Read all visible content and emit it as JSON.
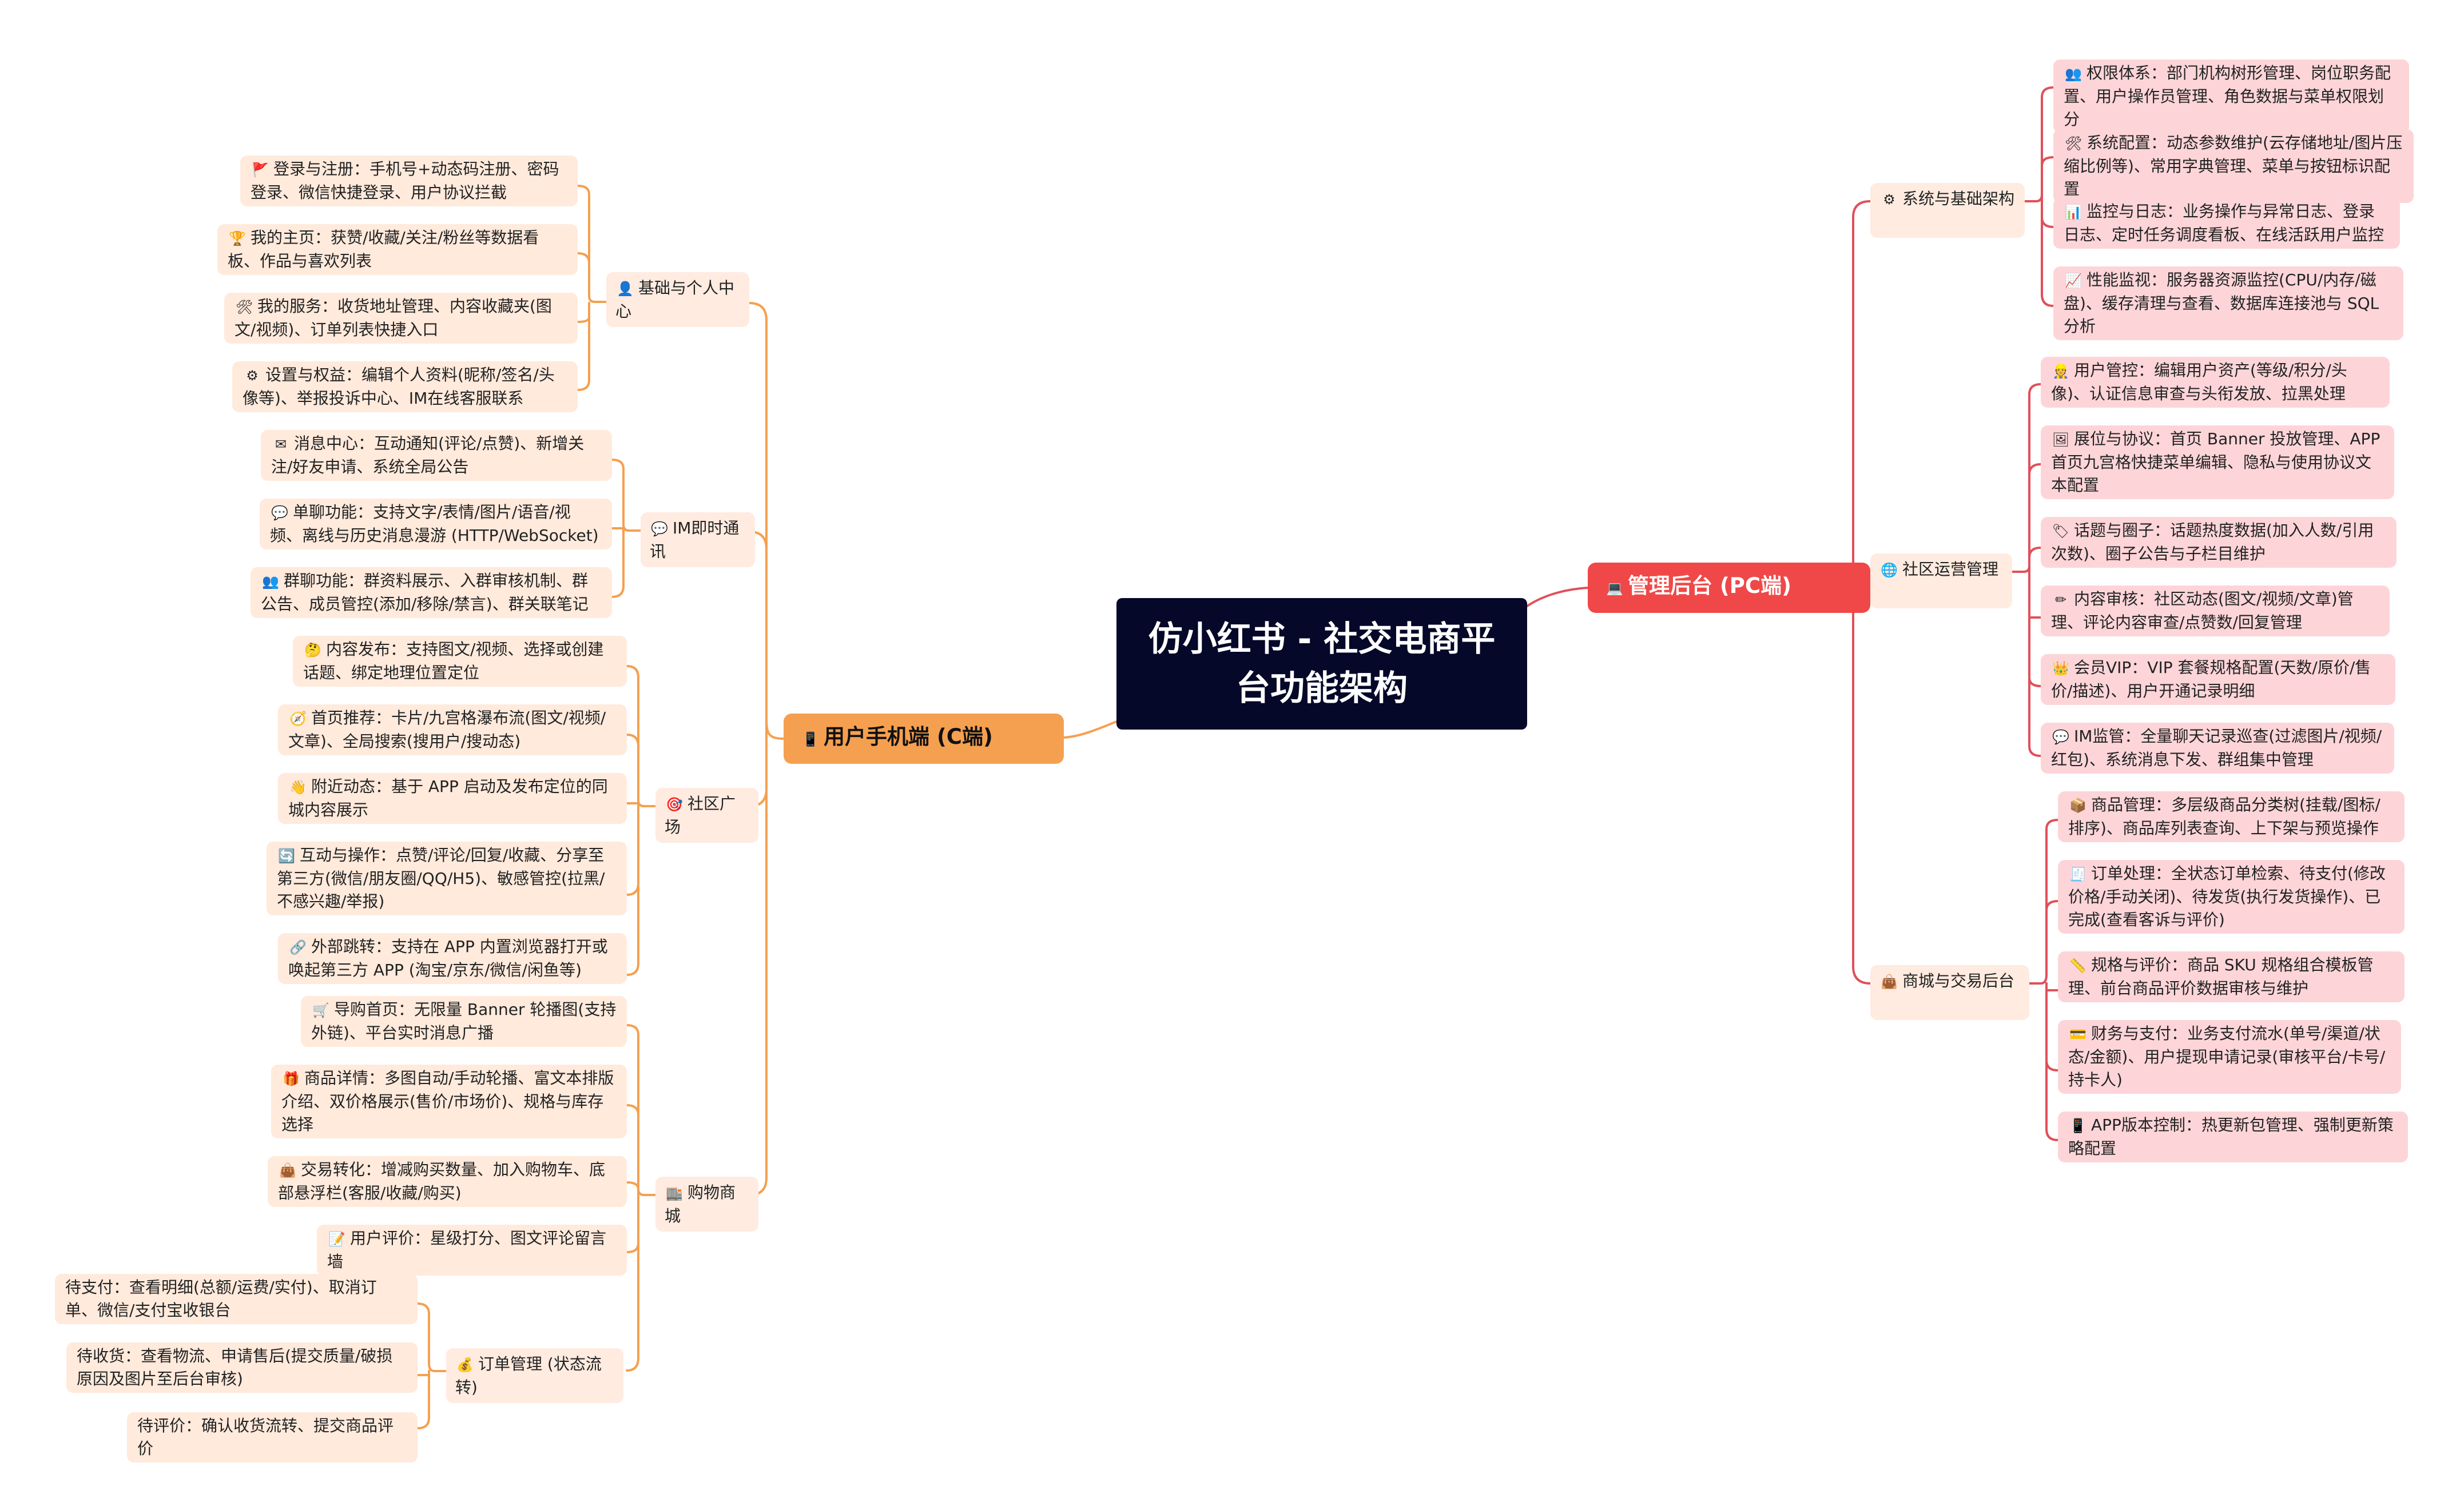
{
  "root": "仿小红书 - 社交电商平台功能架构",
  "mobile": {
    "title": "用户手机端 (C端)",
    "icon": "phone-icon",
    "groups": [
      {
        "label": "基础与个人中心",
        "icon": "user-icon",
        "items": [
          {
            "icon": "flag-icon",
            "text": "登录与注册：手机号+动态码注册、密码登录、微信快捷登录、用户协议拦截"
          },
          {
            "icon": "trophy-icon",
            "text": "我的主页：获赞/收藏/关注/粉丝等数据看板、作品与喜欢列表"
          },
          {
            "icon": "tools-icon",
            "text": "我的服务：收货地址管理、内容收藏夹(图文/视频)、订单列表快捷入口"
          },
          {
            "icon": "gear-icon",
            "text": "设置与权益：编辑个人资料(昵称/签名/头像等)、举报投诉中心、IM在线客服联系"
          }
        ]
      },
      {
        "label": "IM即时通讯",
        "icon": "chat-icon",
        "items": [
          {
            "icon": "mail-icon",
            "text": "消息中心：互动通知(评论/点赞)、新增关注/好友申请、系统全局公告"
          },
          {
            "icon": "chat-icon",
            "text": "单聊功能：支持文字/表情/图片/语音/视频、离线与历史消息漫游 (HTTP/WebSocket)"
          },
          {
            "icon": "group-icon",
            "text": "群聊功能：群资料展示、入群审核机制、群公告、成员管控(添加/移除/禁言)、群关联笔记"
          }
        ]
      },
      {
        "label": "社区广场",
        "icon": "target-icon",
        "items": [
          {
            "icon": "thinking-icon",
            "text": "内容发布：支持图文/视频、选择或创建话题、绑定地理位置定位"
          },
          {
            "icon": "compass-icon",
            "text": "首页推荐：卡片/九宫格瀑布流(图文/视频/文章)、全局搜索(搜用户/搜动态)"
          },
          {
            "icon": "wave-icon",
            "text": "附近动态：基于 APP 启动及发布定位的同城内容展示"
          },
          {
            "icon": "refresh-icon",
            "text": "互动与操作：点赞/评论/回复/收藏、分享至第三方(微信/朋友圈/QQ/H5)、敏感管控(拉黑/不感兴趣/举报)"
          },
          {
            "icon": "link-icon",
            "text": "外部跳转：支持在 APP 内置浏览器打开或唤起第三方 APP (淘宝/京东/微信/闲鱼等)"
          }
        ]
      },
      {
        "label": "购物商城",
        "icon": "store-icon",
        "items": [
          {
            "icon": "cart-icon",
            "text": "导购首页：无限量 Banner 轮播图(支持外链)、平台实时消息广播"
          },
          {
            "icon": "gift-icon",
            "text": "商品详情：多图自动/手动轮播、富文本排版介绍、双价格展示(售价/市场价)、规格与库存选择"
          },
          {
            "icon": "bag-icon",
            "text": "交易转化：增减购买数量、加入购物车、底部悬浮栏(客服/收藏/购买)"
          },
          {
            "icon": "memo-icon",
            "text": "用户评价：星级打分、图文评论留言墙"
          },
          {
            "label": "订单管理 (状态流转)",
            "icon": "money-bag-icon",
            "items": [
              {
                "text": "待支付：查看明细(总额/运费/实付)、取消订单、微信/支付宝收银台"
              },
              {
                "text": "待收货：查看物流、申请售后(提交质量/破损原因及图片至后台审核)"
              },
              {
                "text": "待评价：确认收货流转、提交商品评价"
              }
            ]
          }
        ]
      }
    ]
  },
  "admin": {
    "title": "管理后台 (PC端)",
    "icon": "laptop-icon",
    "groups": [
      {
        "label": "系统与基础架构",
        "icon": "gear-icon",
        "items": [
          {
            "icon": "people-icon",
            "text": "权限体系：部门机构树形管理、岗位职务配置、用户操作员管理、角色数据与菜单权限划分"
          },
          {
            "icon": "tools-icon",
            "text": "系统配置：动态参数维护(云存储地址/图片压缩比例等)、常用字典管理、菜单与按钮标识配置"
          },
          {
            "icon": "bar-chart-icon",
            "text": "监控与日志：业务操作与异常日志、登录日志、定时任务调度看板、在线活跃用户监控"
          },
          {
            "icon": "trend-icon",
            "text": "性能监视：服务器资源监控(CPU/内存/磁盘)、缓存清理与查看、数据库连接池与 SQL 分析"
          }
        ]
      },
      {
        "label": "社区运营管理",
        "icon": "globe-icon",
        "items": [
          {
            "icon": "worker-icon",
            "text": "用户管控：编辑用户资产(等级/积分/头像)、认证信息审查与头衔发放、拉黑处理"
          },
          {
            "icon": "picture-icon",
            "text": "展位与协议：首页 Banner 投放管理、APP 首页九宫格快捷菜单编辑、隐私与使用协议文本配置"
          },
          {
            "icon": "tag-icon",
            "text": "话题与圈子：话题热度数据(加入人数/引用次数)、圈子公告与子栏目维护"
          },
          {
            "icon": "pencil-icon",
            "text": "内容审核：社区动态(图文/视频/文章)管理、评论内容审查/点赞数/回复管理"
          },
          {
            "icon": "crown-icon",
            "text": "会员VIP：VIP 套餐规格配置(天数/原价/售价/描述)、用户开通记录明细"
          },
          {
            "icon": "chat-icon",
            "text": "IM监管：全量聊天记录巡查(过滤图片/视频/红包)、系统消息下发、群组集中管理"
          }
        ]
      },
      {
        "label": "商城与交易后台",
        "icon": "bag-icon",
        "items": [
          {
            "icon": "box-icon",
            "text": "商品管理：多层级商品分类树(挂载/图标/排序)、商品库列表查询、上下架与预览操作"
          },
          {
            "icon": "receipt-icon",
            "text": "订单处理：全状态订单检索、待支付(修改价格/手动关闭)、待发货(执行发货操作)、已完成(查看客诉与评价)"
          },
          {
            "icon": "ruler-icon",
            "text": "规格与评价：商品 SKU 规格组合模板管理、前台商品评价数据审核与维护"
          },
          {
            "icon": "card-icon",
            "text": "财务与支付：业务支付流水(单号/渠道/状态/金额)、用户提现申请记录(审核平台/卡号/持卡人)"
          },
          {
            "icon": "mobile-icon",
            "text": "APP版本控制：热更新包管理、强制更新策略配置"
          }
        ]
      }
    ]
  },
  "colors": {
    "root": "#050828",
    "mobile_branch": "#f5a050",
    "admin_branch": "#f04848",
    "mobile_leaf": "#ffeadc",
    "admin_leaf": "#fdd5d8",
    "mobile_line": "#f5a050",
    "admin_line": "#e0505a"
  }
}
